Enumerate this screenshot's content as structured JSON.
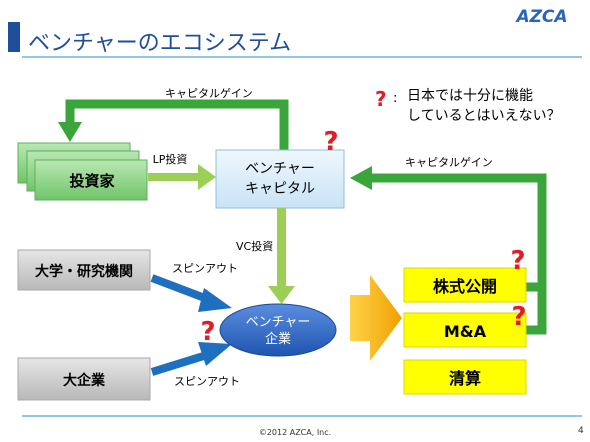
{
  "slide": {
    "title": "ベンチャーのエコシステム",
    "logo": "AZCA",
    "page_number": "4",
    "copyright": "©2012 AZCA, Inc."
  },
  "legend": {
    "mark": "?",
    "colon": ":",
    "line1": "日本では十分に機能",
    "line2": "しているとはいえない？"
  },
  "nodes": {
    "investor": "投資家",
    "vc_line1": "ベンチャー",
    "vc_line2": "キャピタル",
    "university": "大学・研究機関",
    "enterprise": "大企業",
    "venture_line1": "ベンチャー",
    "venture_line2": "企業",
    "ipo": "株式公開",
    "ma": "M&A",
    "liquidation": "清算"
  },
  "edges": {
    "capital_gain_top": "キャピタルゲイン",
    "capital_gain_right": "キャピタルゲイン",
    "lp_investment": "LP投資",
    "vc_investment": "VC投資",
    "spinout_univ": "スピンアウト",
    "spinout_corp": "スピンアウト"
  },
  "question_mark": "?",
  "colors": {
    "title_blue": "#1f4e9a",
    "green_arrow": "#3aa53a",
    "lightgreen_arrow": "#9bcf55",
    "blue_arrow": "#1f6fc0",
    "investor_fill": "#8fd58f",
    "vc_fill": "#d9ecf8",
    "gray_box": "#c9c9c9",
    "venture_fill": "#2f69c4",
    "outcome_fill": "#ffff00",
    "orange_arrow": "#f5a800",
    "question_red": "#e31b23"
  }
}
